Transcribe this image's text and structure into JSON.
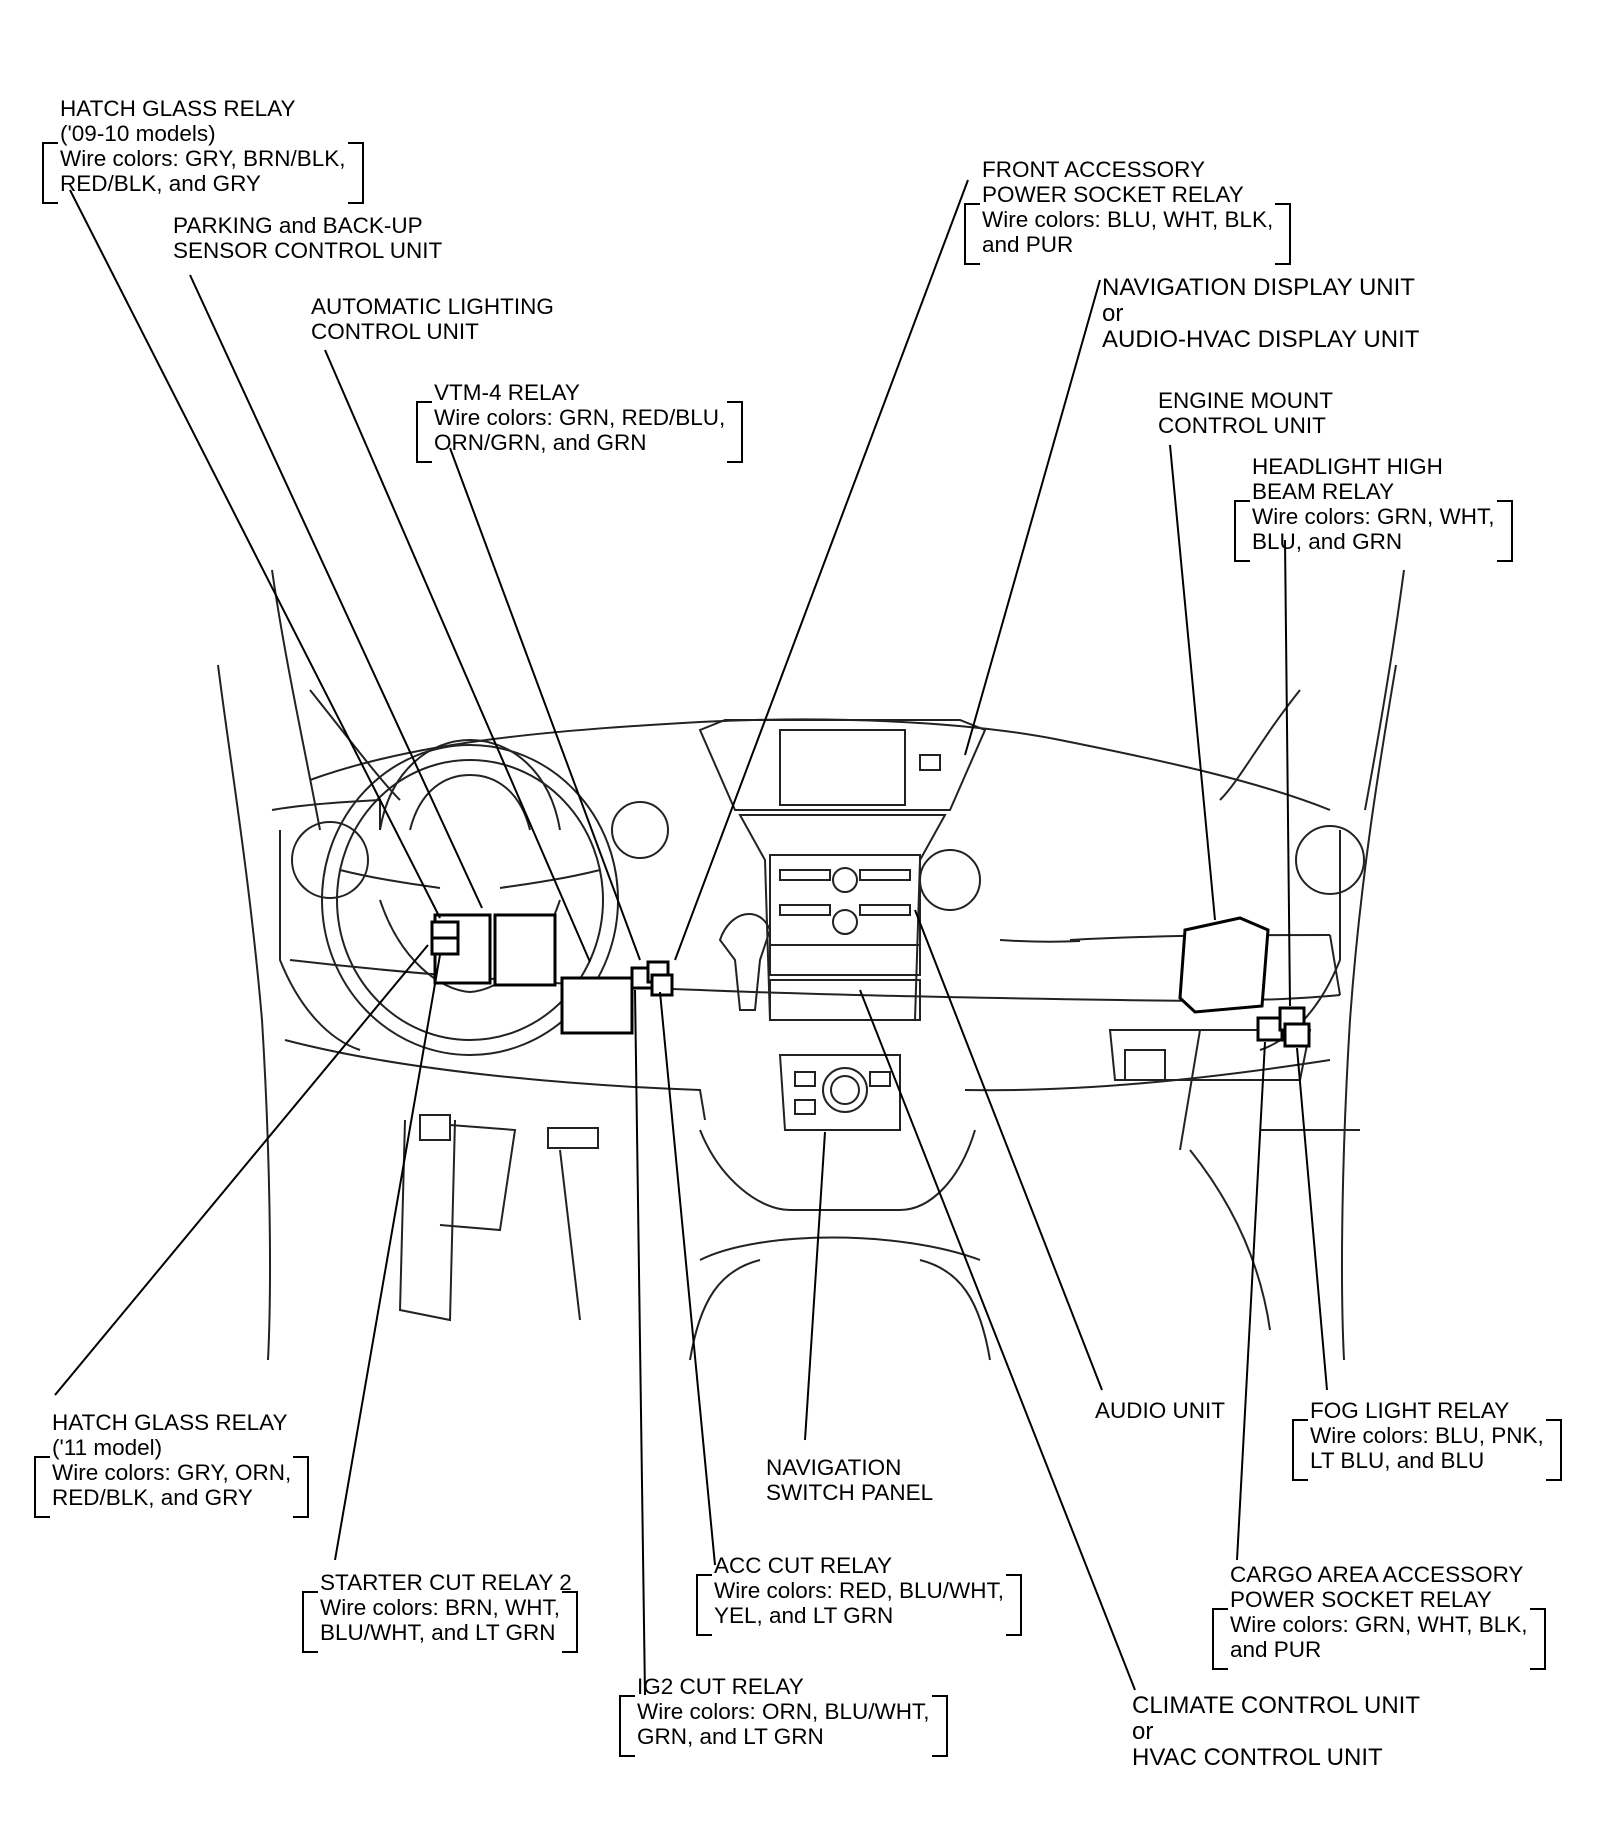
{
  "labels": {
    "hatch_0910": {
      "name": "HATCH GLASS RELAY",
      "note": "('09-10 models)",
      "wire": [
        "Wire colors: GRY, BRN/BLK,",
        "RED/BLK, and GRY"
      ]
    },
    "parking": {
      "lines": [
        "PARKING and BACK-UP",
        "SENSOR CONTROL UNIT"
      ]
    },
    "auto_light": {
      "lines": [
        "AUTOMATIC LIGHTING",
        "CONTROL UNIT"
      ]
    },
    "vtm4": {
      "name": "VTM-4 RELAY",
      "wire": [
        "Wire colors: GRN, RED/BLU,",
        "ORN/GRN, and GRN"
      ]
    },
    "front_acc": {
      "lines": [
        "FRONT ACCESSORY",
        "POWER SOCKET RELAY"
      ],
      "wire": [
        "Wire colors: BLU, WHT, BLK,",
        "and PUR"
      ]
    },
    "nav_display": {
      "lines": [
        "NAVIGATION DISPLAY UNIT",
        "or",
        "AUDIO-HVAC DISPLAY UNIT"
      ]
    },
    "engine_mount": {
      "lines": [
        "ENGINE MOUNT",
        "CONTROL UNIT"
      ]
    },
    "headlight": {
      "lines": [
        "HEADLIGHT HIGH",
        "BEAM RELAY"
      ],
      "wire": [
        "Wire colors: GRN, WHT,",
        "BLU, and GRN"
      ]
    },
    "hatch_11": {
      "name": "HATCH GLASS RELAY",
      "note": "('11 model)",
      "wire": [
        "Wire colors: GRY, ORN,",
        "RED/BLK, and GRY"
      ]
    },
    "starter": {
      "name": "STARTER CUT RELAY 2",
      "wire": [
        "Wire colors: BRN, WHT,",
        "BLU/WHT, and LT GRN"
      ]
    },
    "ig2": {
      "name": "IG2 CUT RELAY",
      "wire": [
        "Wire colors: ORN, BLU/WHT,",
        "GRN, and LT GRN"
      ]
    },
    "acc_cut": {
      "name": "ACC CUT RELAY",
      "wire": [
        "Wire colors: RED, BLU/WHT,",
        "YEL, and LT GRN"
      ]
    },
    "nav_switch": {
      "lines": [
        "NAVIGATION",
        "SWITCH PANEL"
      ]
    },
    "audio": {
      "lines": [
        "AUDIO UNIT"
      ]
    },
    "fog": {
      "name": "FOG LIGHT RELAY",
      "wire": [
        "Wire colors: BLU, PNK,",
        "LT BLU, and BLU"
      ]
    },
    "cargo": {
      "lines": [
        "CARGO AREA ACCESSORY",
        "POWER SOCKET RELAY"
      ],
      "wire": [
        "Wire colors: GRN, WHT, BLK,",
        "and PUR"
      ]
    },
    "climate": {
      "lines": [
        "CLIMATE CONTROL UNIT",
        "or",
        "HVAC CONTROL UNIT"
      ]
    }
  }
}
